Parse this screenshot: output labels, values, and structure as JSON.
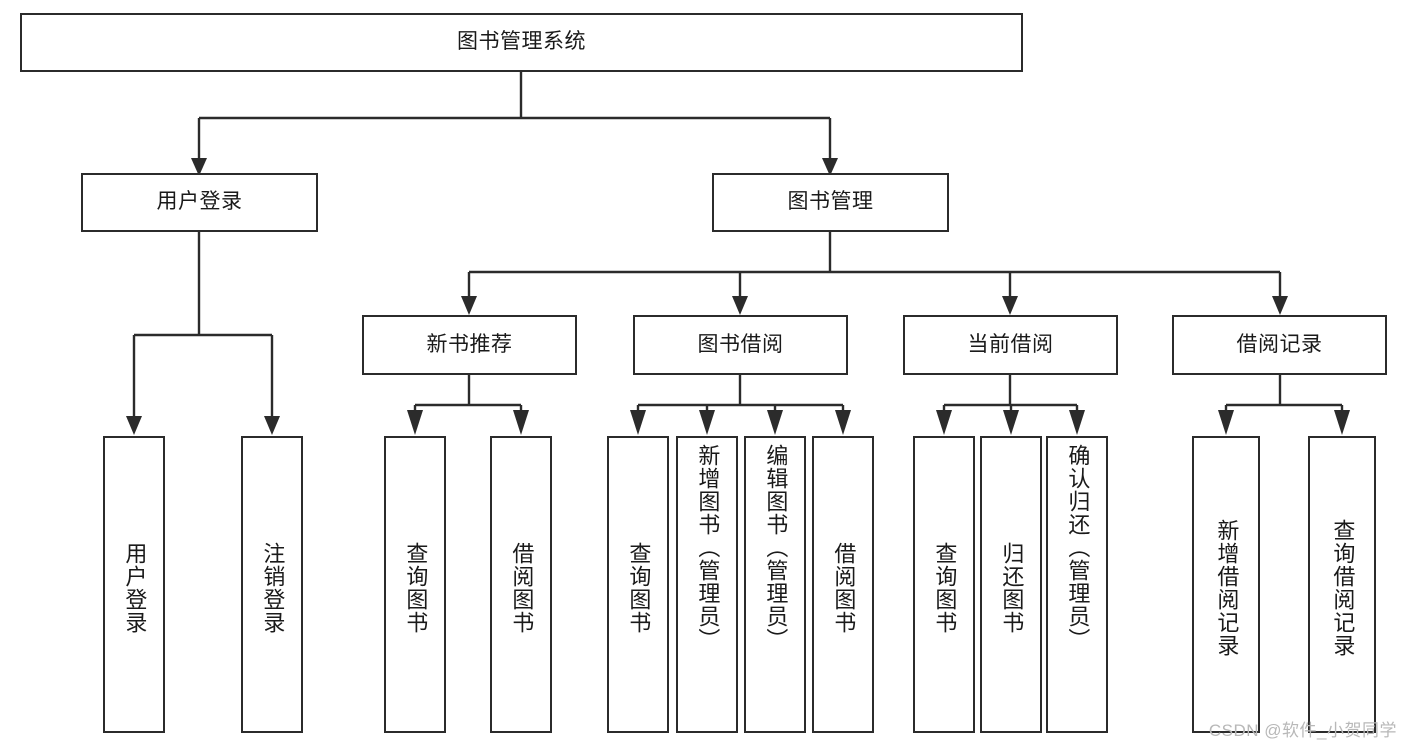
{
  "diagram": {
    "type": "tree",
    "title": "图书管理系统",
    "root": {
      "label": "图书管理系统"
    },
    "level2": [
      {
        "label": "用户登录"
      },
      {
        "label": "图书管理"
      }
    ],
    "level3": [
      {
        "label": "新书推荐"
      },
      {
        "label": "图书借阅"
      },
      {
        "label": "当前借阅"
      },
      {
        "label": "借阅记录"
      }
    ],
    "leaves": {
      "user_login": [
        {
          "label": "用户登录"
        },
        {
          "label": "注销登录"
        }
      ],
      "new_book_recommend": [
        {
          "label": "查询图书"
        },
        {
          "label": "借阅图书"
        }
      ],
      "book_borrow": [
        {
          "label": "查询图书"
        },
        {
          "label": "新增图书（管理员）"
        },
        {
          "label": "编辑图书（管理员）"
        },
        {
          "label": "借阅图书"
        }
      ],
      "current_borrow": [
        {
          "label": "查询图书"
        },
        {
          "label": "归还图书"
        },
        {
          "label": "确认归还（管理员）"
        }
      ],
      "borrow_record": [
        {
          "label": "新增借阅记录"
        },
        {
          "label": "查询借阅记录"
        }
      ]
    }
  },
  "watermark": {
    "text": "CSDN @软件_小贺同学"
  },
  "colors": {
    "border": "#2b2b2b",
    "background": "#ffffff",
    "text": "#1a1a1a",
    "watermark": "#b8b8b8"
  }
}
